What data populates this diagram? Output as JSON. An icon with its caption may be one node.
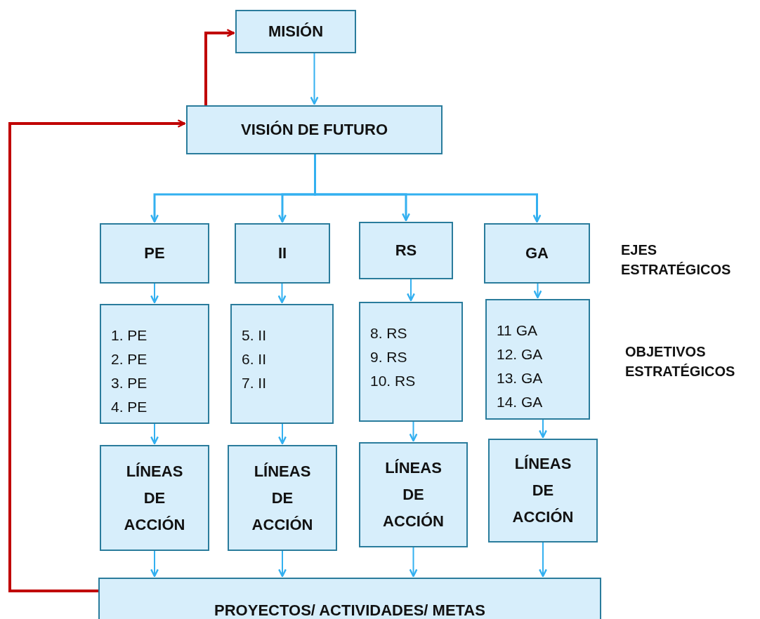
{
  "diagram": {
    "nodes": [
      {
        "text": [
          "MISIÓN"
        ]
      },
      {
        "text": [
          "VISIÓN DE FUTURO"
        ]
      },
      {
        "text": [
          "PE"
        ]
      },
      {
        "text": [
          "II"
        ]
      },
      {
        "text": [
          "RS"
        ]
      },
      {
        "text": [
          "GA"
        ]
      },
      {
        "text": [
          "1. PE",
          "2. PE",
          "3. PE",
          "4. PE"
        ]
      },
      {
        "text": [
          "5. II",
          "6. II",
          "7. II"
        ]
      },
      {
        "text": [
          "8. RS",
          "9. RS",
          "10. RS"
        ]
      },
      {
        "text": [
          "11 GA",
          "12. GA",
          "13. GA",
          "14. GA"
        ]
      },
      {
        "text": [
          "LÍNEAS DE ACCIÓN"
        ]
      },
      {
        "text": [
          "LÍNEAS DE ACCIÓN"
        ]
      },
      {
        "text": [
          "LÍNEAS DE ACCIÓN"
        ]
      },
      {
        "text": [
          "LÍNEAS DE ACCIÓN"
        ]
      },
      {
        "text": [
          "PROYECTOS/ ACTIVIDADES/ METAS"
        ]
      }
    ],
    "edges": [
      {
        "from": 0,
        "to": 1,
        "arrow": "to"
      },
      {
        "from": 1,
        "to": 2,
        "arrow": "to"
      },
      {
        "from": 1,
        "to": 3,
        "arrow": "to"
      },
      {
        "from": 1,
        "to": 4,
        "arrow": "to"
      },
      {
        "from": 1,
        "to": 5,
        "arrow": "to"
      },
      {
        "from": 2,
        "to": 6,
        "arrow": "to"
      },
      {
        "from": 3,
        "to": 7,
        "arrow": "to"
      },
      {
        "from": 4,
        "to": 8,
        "arrow": "to"
      },
      {
        "from": 5,
        "to": 9,
        "arrow": "to"
      },
      {
        "from": 6,
        "to": 10,
        "arrow": "to"
      },
      {
        "from": 7,
        "to": 11,
        "arrow": "to"
      },
      {
        "from": 8,
        "to": 12,
        "arrow": "to"
      },
      {
        "from": 9,
        "to": 13,
        "arrow": "to"
      },
      {
        "from": 10,
        "to": 14,
        "arrow": "to"
      },
      {
        "from": 11,
        "to": 14,
        "arrow": "to"
      },
      {
        "from": 12,
        "to": 14,
        "arrow": "to"
      },
      {
        "from": 13,
        "to": 14,
        "arrow": "to"
      },
      {
        "from": 14,
        "to": 1,
        "arrow": "to",
        "style": "thick",
        "color": "#c00000"
      },
      {
        "from": 1,
        "to": 0,
        "arrow": "to",
        "style": "thick",
        "color": "#c00000"
      }
    ],
    "labels": [
      "EJES ESTRATÉGICOS",
      "OBJETIVOS ESTRATÉGICOS"
    ]
  }
}
